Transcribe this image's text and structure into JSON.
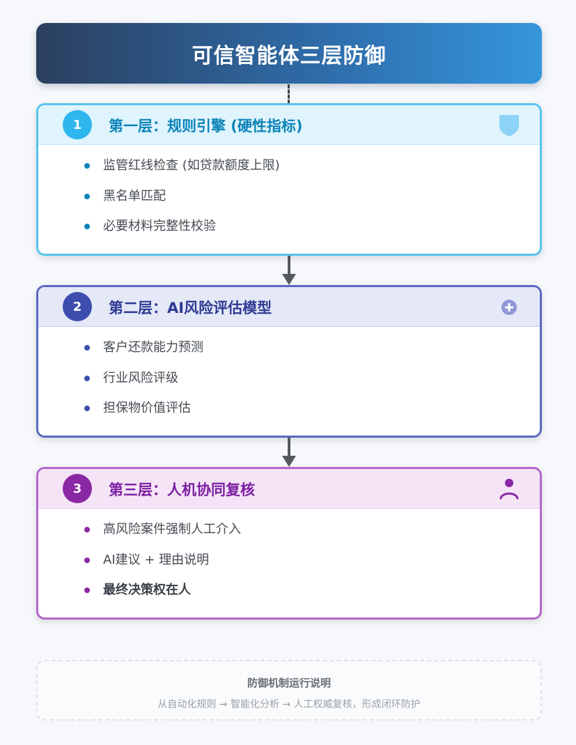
{
  "header": {
    "title": "可信智能体三层防御"
  },
  "layers": [
    {
      "number": "1",
      "title": "第一层：规则引擎 (硬性指标)",
      "icon": "shield-icon",
      "color": "#0d84b8",
      "items": [
        "监管红线检查 (如贷款额度上限)",
        "黑名单匹配",
        "必要材料完整性校验"
      ]
    },
    {
      "number": "2",
      "title": "第二层：AI风险评估模型",
      "icon": "plus-circle-icon",
      "color": "#2d3a92",
      "items": [
        "客户还款能力预测",
        "行业风险评级",
        "担保物价值评估"
      ]
    },
    {
      "number": "3",
      "title": "第三层：人机协同复核",
      "icon": "person-icon",
      "color": "#7b1fa2",
      "items": [
        "高风险案件强制人工介入",
        "AI建议 + 理由说明",
        "最终决策权在人"
      ]
    }
  ],
  "note": {
    "title": "防御机制运行说明",
    "text": "从自动化规则 → 智能化分析 → 人工权威复核，形成闭环防护"
  }
}
